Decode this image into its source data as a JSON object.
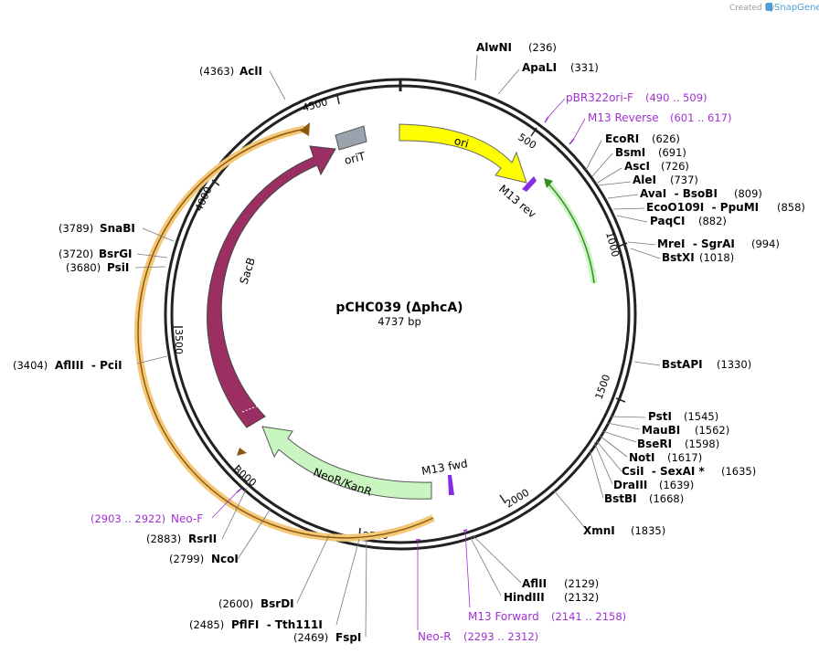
{
  "plasmid": {
    "name": "pCHC039 (ΔphcA)",
    "length_label": "4737 bp"
  },
  "brand": {
    "created_by": "Created by",
    "product": "SnapGene"
  },
  "colors": {
    "backbone": "#222222",
    "ori": "#ffff00",
    "m13_primer": "#8a2be2",
    "primer_text": "#a030d0",
    "neo_arrow": "#c9f5c0",
    "sacB": "#9b2f63",
    "oriT": "#9aa3ad",
    "orange_primer": "#f0a030",
    "green_feature": "#3a8a2a"
  },
  "ticks": [
    "500",
    "1000",
    "1500",
    "2000",
    "2500",
    "3000",
    "3500",
    "4000",
    "4500"
  ],
  "features": {
    "ori": "ori",
    "m13_rev": "M13 rev",
    "m13_fwd": "M13 fwd",
    "oriT": "oriT",
    "sacB": "SacB",
    "neo": "NeoR/KanR"
  },
  "sites_right": [
    {
      "name": "AlwNI",
      "pos": "(236)"
    },
    {
      "name": "ApaLI",
      "pos": "(331)"
    },
    {
      "name": "EcoRI",
      "pos": "(626)"
    },
    {
      "name": "BsmI",
      "pos": "(691)"
    },
    {
      "name": "AscI",
      "pos": "(726)"
    },
    {
      "name": "AleI",
      "pos": "(737)"
    },
    {
      "name": "AvaI  - BsoBI",
      "pos": "(809)"
    },
    {
      "name": "EcoO109I  - PpuMI",
      "pos": "(858)"
    },
    {
      "name": "PaqCI",
      "pos": "(882)"
    },
    {
      "name": "MreI  - SgrAI",
      "pos": "(994)"
    },
    {
      "name": "BstXI",
      "pos": "(1018)"
    },
    {
      "name": "BstAPI",
      "pos": "(1330)"
    },
    {
      "name": "PstI",
      "pos": "(1545)"
    },
    {
      "name": "MauBI",
      "pos": "(1562)"
    },
    {
      "name": "BseRI",
      "pos": "(1598)"
    },
    {
      "name": "NotI",
      "pos": "(1617)"
    },
    {
      "name": "CsiI  - SexAI *",
      "pos": "(1635)"
    },
    {
      "name": "DraIII",
      "pos": "(1639)"
    },
    {
      "name": "BstBI",
      "pos": "(1668)"
    },
    {
      "name": "XmnI",
      "pos": "(1835)"
    },
    {
      "name": "AflII",
      "pos": "(2129)"
    },
    {
      "name": "HindIII",
      "pos": "(2132)"
    }
  ],
  "sites_left": [
    {
      "name": "AclI",
      "pos": "(4363)"
    },
    {
      "name": "SnaBI",
      "pos": "(3789)"
    },
    {
      "name": "BsrGI",
      "pos": "(3720)"
    },
    {
      "name": "PsiI",
      "pos": "(3680)"
    },
    {
      "name": "AflIII  - PciI",
      "pos": "(3404)"
    },
    {
      "name": "RsrII",
      "pos": "(2883)"
    },
    {
      "name": "NcoI",
      "pos": "(2799)"
    },
    {
      "name": "BsrDI",
      "pos": "(2600)"
    },
    {
      "name": "PflFI  - Tth111I",
      "pos": "(2485)"
    },
    {
      "name": "FspI",
      "pos": "(2469)"
    }
  ],
  "primers": [
    {
      "name": "pBR322ori-F",
      "pos": "(490 .. 509)"
    },
    {
      "name": "M13 Reverse",
      "pos": "(601 .. 617)"
    },
    {
      "name": "Neo-F",
      "pos": "(2903 .. 2922)"
    },
    {
      "name": "M13 Forward",
      "pos": "(2141 .. 2158)"
    },
    {
      "name": "Neo-R",
      "pos": "(2293 .. 2312)"
    }
  ]
}
